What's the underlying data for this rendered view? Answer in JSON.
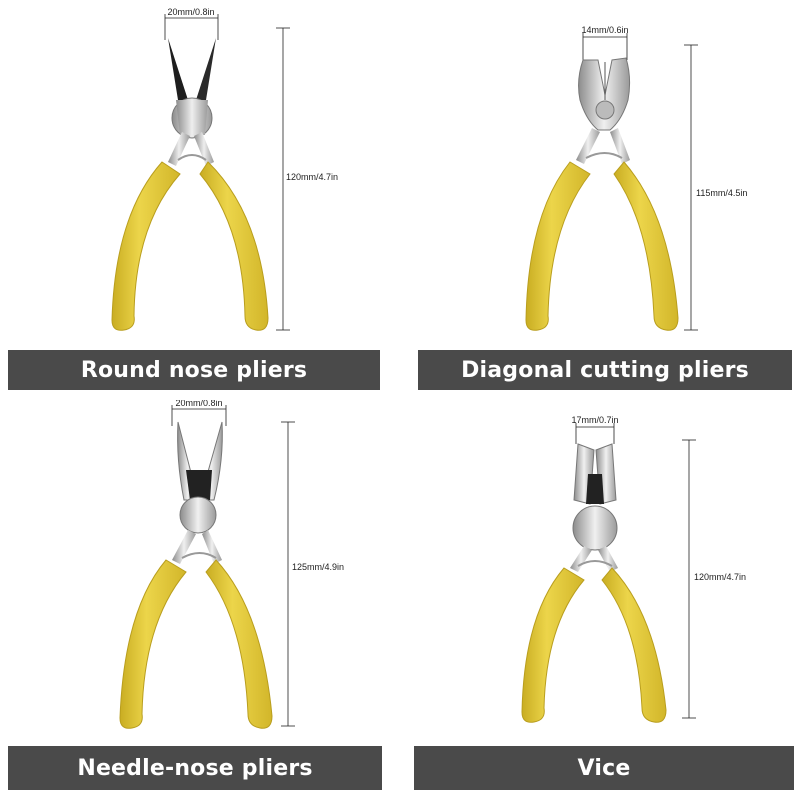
{
  "products": [
    {
      "name": "Round nose pliers",
      "jaw_width": "20mm/0.8in",
      "length": "120mm/4.7in",
      "jaw_icon": "round-nose-jaw-icon"
    },
    {
      "name": "Diagonal cutting pliers",
      "jaw_width": "14mm/0.6in",
      "length": "115mm/4.5in",
      "jaw_icon": "diagonal-cutter-jaw-icon"
    },
    {
      "name": "Needle-nose pliers",
      "jaw_width": "20mm/0.8in",
      "length": "125mm/4.9in",
      "jaw_icon": "needle-nose-jaw-icon"
    },
    {
      "name": "Vice",
      "jaw_width": "17mm/0.7in",
      "length": "120mm/4.7in",
      "jaw_icon": "flat-vice-jaw-icon"
    }
  ],
  "colors": {
    "handle": "#e2c93a",
    "handle_shade": "#c9ad22",
    "metal": "#c8c8c8",
    "label_bg": "#4a4a4a"
  }
}
